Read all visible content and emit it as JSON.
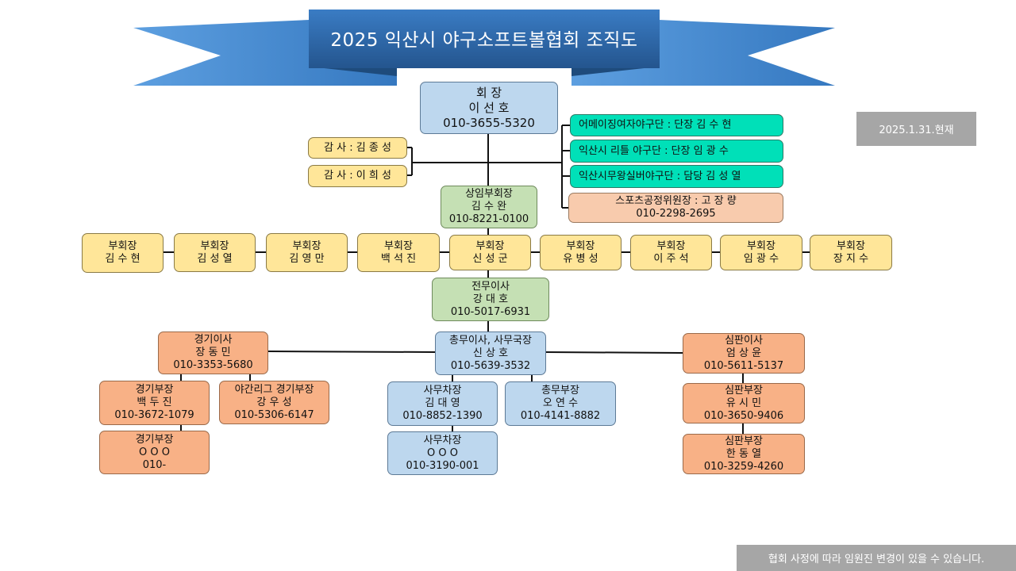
{
  "title": "2025 익산시 야구소프트볼협회 조직도",
  "as_of": "2025.1.31.현재",
  "footer_note": "협회 사정에 따라 임원진 변경이 있을 수 있습니다.",
  "colors": {
    "banner": "#2f6eb0",
    "blue_box": "#bdd7ee",
    "green_box": "#c5e0b4",
    "yellow_box": "#ffe699",
    "orange_box": "#f8b186",
    "teal_box": "#00e0b8",
    "peach_box": "#f8cbad"
  },
  "president": {
    "title": "회 장",
    "name": "이 선 호",
    "phone": "010-3655-5320"
  },
  "auditors": [
    {
      "label": "감 사 : 김 종 성"
    },
    {
      "label": "감 사 : 이 희 성"
    }
  ],
  "teams": [
    {
      "label": "어메이징여자야구단 : 단장 김 수 현"
    },
    {
      "label": "익산시 리틀 야구단 : 단장 임 광 수"
    },
    {
      "label": "익산시무왕실버야구단 : 담당 김 성 열"
    }
  ],
  "committee": {
    "title": "스포츠공정위원장 : 고 장 량",
    "phone": "010-2298-2695"
  },
  "senior_vp": {
    "title": "상임부회장",
    "name": "김 수 완",
    "phone": "010-8221-0100"
  },
  "vice_presidents": [
    {
      "title": "부회장",
      "name": "김 수 현"
    },
    {
      "title": "부회장",
      "name": "김 성 열"
    },
    {
      "title": "부회장",
      "name": "김 영 만"
    },
    {
      "title": "부회장",
      "name": "백 석 진"
    },
    {
      "title": "부회장",
      "name": "신 성 군"
    },
    {
      "title": "부회장",
      "name": "유 병 성"
    },
    {
      "title": "부회장",
      "name": "이 주 석"
    },
    {
      "title": "부회장",
      "name": "임 광 수"
    },
    {
      "title": "부회장",
      "name": "장 지 수"
    }
  ],
  "exec_director": {
    "title": "전무이사",
    "name": "강 대 호",
    "phone": "010-5017-6931"
  },
  "general_affairs": {
    "title": "총무이사, 사무국장",
    "name": "신 상 호",
    "phone": "010-5639-3532"
  },
  "game_director": {
    "title": "경기이사",
    "name": "장 동 민",
    "phone": "010-3353-5680"
  },
  "game_managers": [
    {
      "title": "경기부장",
      "name": "백 두 진",
      "phone": "010-3672-1079"
    },
    {
      "title": "야간리그 경기부장",
      "name": "강 우 성",
      "phone": "010-5306-6147"
    },
    {
      "title": "경기부장",
      "name": "O O O",
      "phone": "010-"
    }
  ],
  "office_staff": [
    {
      "title": "사무차장",
      "name": "김 대 영",
      "phone": "010-8852-1390"
    },
    {
      "title": "총무부장",
      "name": "오 연 수",
      "phone": "010-4141-8882"
    },
    {
      "title": "사무차장",
      "name": "O O O",
      "phone": "010-3190-001"
    }
  ],
  "umpire_director": {
    "title": "심판이사",
    "name": "엄 상 윤",
    "phone": "010-5611-5137"
  },
  "umpire_managers": [
    {
      "title": "심판부장",
      "name": "유 시 민",
      "phone": "010-3650-9406"
    },
    {
      "title": "심판부장",
      "name": "한 동 열",
      "phone": "010-3259-4260"
    }
  ]
}
